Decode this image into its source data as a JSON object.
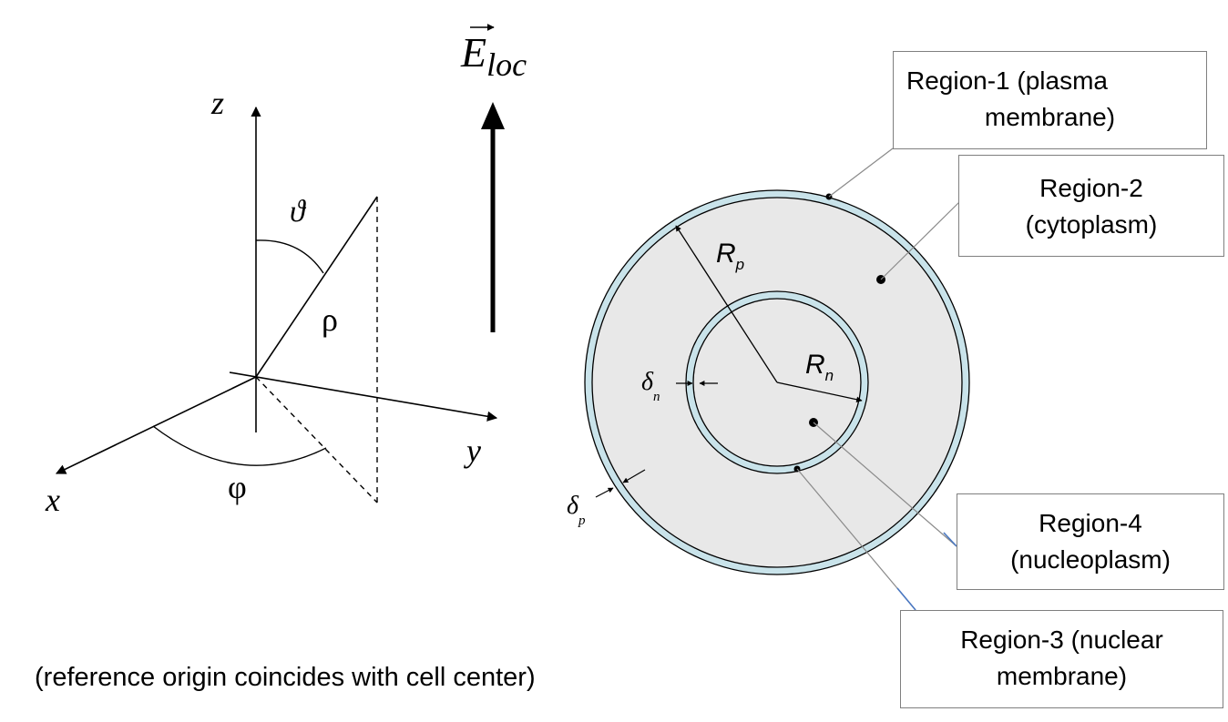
{
  "axes": {
    "x": "x",
    "y": "y",
    "z": "z",
    "theta": "ϑ",
    "phi": "φ",
    "rho": "ρ"
  },
  "field": {
    "symbol": "E",
    "subscript": "loc"
  },
  "cell": {
    "Rp_symbol": "R",
    "Rp_sub": "p",
    "Rn_symbol": "R",
    "Rn_sub": "n",
    "delta_n_symbol": "δ",
    "delta_n_sub": "n",
    "delta_p_symbol": "δ",
    "delta_p_sub": "p",
    "membrane_color": "#c9e3ea",
    "cytoplasm_color": "#e8e8e8"
  },
  "regions": {
    "r1": {
      "line1": "Region-1 (plasma",
      "line2": "membrane)"
    },
    "r2": {
      "line1": "Region-2",
      "line2": "(cytoplasm)"
    },
    "r3": {
      "line1": "Region-3 (nuclear",
      "line2": "membrane)"
    },
    "r4": {
      "line1": "Region-4",
      "line2": "(nucleoplasm)"
    }
  },
  "caption": "(reference origin coincides with cell center)"
}
